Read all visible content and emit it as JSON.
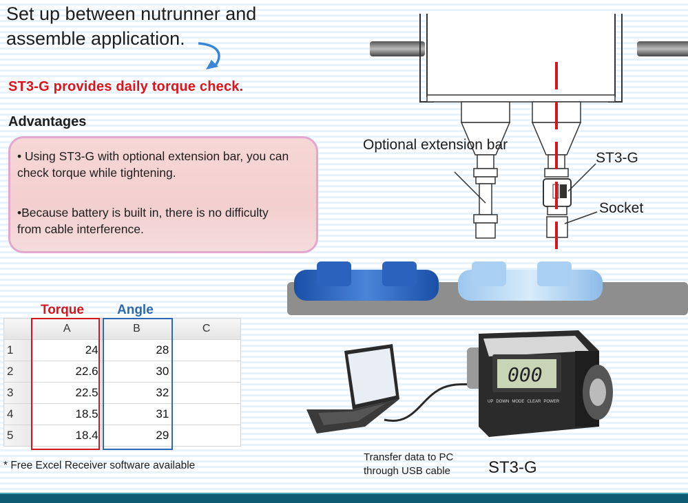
{
  "headline": "Set up between nutrunner and assemble application.",
  "subhead": "ST3-G provides daily torque check.",
  "advantages": {
    "heading": "Advantages",
    "items": [
      "• Using ST3-G with optional extension bar, you can check torque while tightening.",
      "•Because battery is built in, there is no difficulty from cable interference."
    ]
  },
  "diagram": {
    "labels": {
      "extension_bar": "Optional extension bar",
      "device": "ST3-G",
      "socket": "Socket"
    }
  },
  "spreadsheet": {
    "torque_header": "Torque",
    "angle_header": "Angle",
    "columns": [
      "",
      "A",
      "B",
      "C"
    ],
    "rows": [
      [
        "1",
        "24",
        "28",
        ""
      ],
      [
        "2",
        "22.6",
        "30",
        ""
      ],
      [
        "3",
        "22.5",
        "32",
        ""
      ],
      [
        "4",
        "18.5",
        "31",
        ""
      ],
      [
        "5",
        "18.4",
        "29",
        ""
      ]
    ],
    "footnote": "* Free Excel Receiver software available"
  },
  "device_photo": {
    "transfer_caption": "Transfer data to PC through USB cable",
    "model_caption": "ST3-G",
    "display_value": "000",
    "buttons": [
      "UP",
      "DOWN",
      "MODE",
      "CLEAR",
      "POWER"
    ],
    "colors": {
      "button_red": "#e03a1e",
      "lcd": "#c9d3b6",
      "body": "#2b2b2b"
    }
  }
}
